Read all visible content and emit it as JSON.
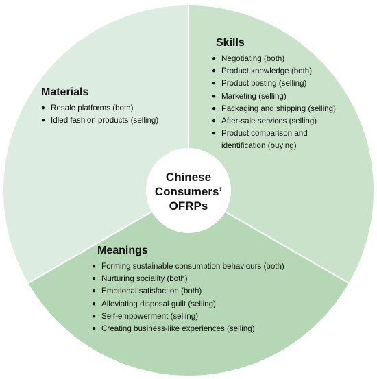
{
  "center": {
    "text": "Chinese\nConsumers’\nOFRPs"
  },
  "colors": {
    "materials_sector": "#dcece0",
    "skills_sector": "#c9e2c9",
    "meanings_sector": "#b6d7b5",
    "center_circle": "#ffffff",
    "divider": "#ffffff"
  },
  "sections": {
    "materials": {
      "title": "Materials",
      "items": [
        "Resale platforms (both)",
        "Idled fashion products (selling)"
      ]
    },
    "skills": {
      "title": "Skills",
      "items": [
        "Negotiating (both)",
        "Product knowledge (both)",
        "Product posting (selling)",
        "Marketing (selling)",
        "Packaging and shipping (selling)",
        "After-sale services (selling)",
        "Product comparison and identification (buying)"
      ]
    },
    "meanings": {
      "title": "Meanings",
      "items": [
        "Forming sustainable consumption behaviours (both)",
        "Nurturing sociality (both)",
        "Emotional satisfaction (both)",
        "Alleviating disposal guilt (selling)",
        "Self-empowerment (selling)",
        "Creating business-like experiences (selling)"
      ]
    }
  }
}
